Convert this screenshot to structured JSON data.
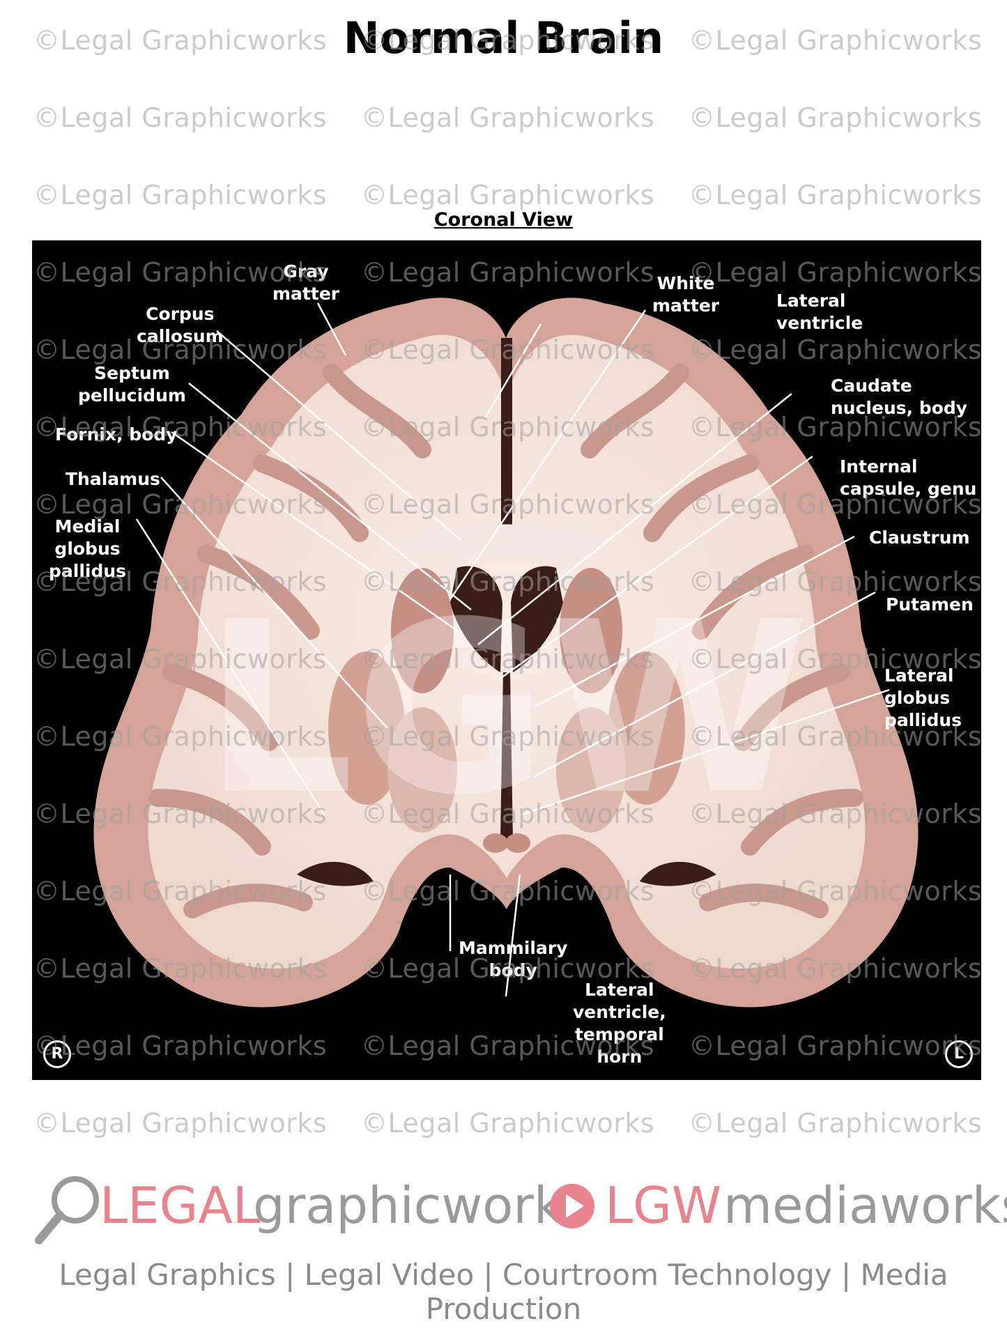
{
  "title": "Normal Brain",
  "subtitle": "Coronal View",
  "watermark_text": "©Legal Graphicworks",
  "logo_watermark": "LGW",
  "labels": {
    "gray_matter": "Gray\nmatter",
    "corpus_callosum": "Corpus\ncallosum",
    "septum_pellucidum": "Septum\npellucidum",
    "fornix_body": "Fornix, body",
    "thalamus": "Thalamus",
    "medial_globus_pallidus": "Medial\nglobus\npallidus",
    "white_matter": "White\nmatter",
    "lateral_ventricle": "Lateral\nventricle",
    "caudate_nucleus_body": "Caudate\nnucleus, body",
    "internal_capsule_genu": "Internal\ncapsule, genu",
    "claustrum": "Claustrum",
    "putamen": "Putamen",
    "lateral_globus_pallidus": "Lateral\nglobus\npallidus",
    "mammilary_body": "Mammilary\nbody",
    "lateral_ventricle_temporal_horn": "Lateral\nventricle,\ntemporal\nhorn"
  },
  "orientation": {
    "right": "R",
    "left": "L"
  },
  "footer": {
    "brand1_strong": "LEGAL",
    "brand1_rest": "graphicworks",
    "brand2_strong": "LGW",
    "brand2_rest": "mediaworks",
    "tagline": "Legal Graphics | Legal Video | Courtroom Technology | Media Production"
  },
  "colors": {
    "panel_bg": "#000000",
    "white_matter": "#f5e4dc",
    "gray_matter": "#d9aea3",
    "deep_gray": "#c58f84",
    "ventricle": "#3a1d18",
    "brand_pink": "#e8848e",
    "brand_gray": "#9a9a9a"
  }
}
